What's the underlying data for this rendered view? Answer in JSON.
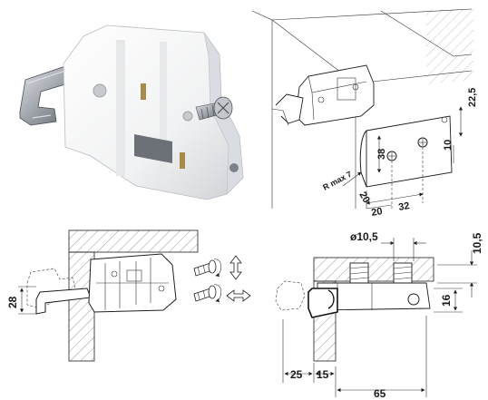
{
  "diagram": {
    "perspective_view": {
      "labels": {
        "height": "22,5",
        "offset_10": "10",
        "offset_38": "38",
        "radius": "R max 7",
        "depth_20": "20",
        "spacing_20": "20",
        "spacing_32": "32"
      }
    },
    "side_view": {
      "labels": {
        "height_28": "28"
      }
    },
    "section_view": {
      "labels": {
        "diameter": "ø10,5",
        "height_10_5": "10,5",
        "height_16": "16",
        "length_25": "25",
        "length_15": "15",
        "length_65": "65"
      }
    },
    "colors": {
      "part_body": "#f4f4f4",
      "part_shade": "#d6d8dc",
      "metal": "#9ea3aa",
      "metal_dark": "#5e636a",
      "line": "#1e1e1e"
    }
  }
}
